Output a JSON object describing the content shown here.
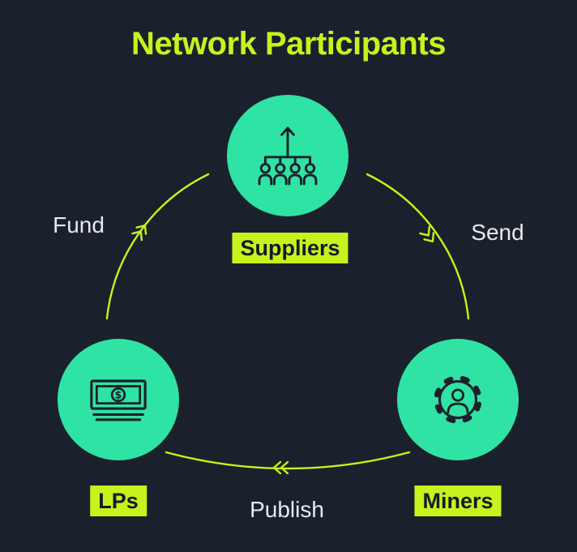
{
  "title": "Network Participants",
  "colors": {
    "background": "#1b212c",
    "accent_lime": "#c8f21d",
    "node_teal": "#2fe3a4",
    "icon_stroke": "#1b212c",
    "edge_label_text": "#e7e9ec",
    "node_label_text": "#161c26"
  },
  "nodes": [
    {
      "id": "suppliers",
      "label": "Suppliers",
      "icon": "org-chart-icon"
    },
    {
      "id": "miners",
      "label": "Miners",
      "icon": "gear-person-icon"
    },
    {
      "id": "lps",
      "label": "LPs",
      "icon": "banknote-icon"
    }
  ],
  "edges": [
    {
      "from": "suppliers",
      "to": "miners",
      "label": "Send"
    },
    {
      "from": "miners",
      "to": "lps",
      "label": "Publish"
    },
    {
      "from": "lps",
      "to": "suppliers",
      "label": "Fund"
    }
  ]
}
